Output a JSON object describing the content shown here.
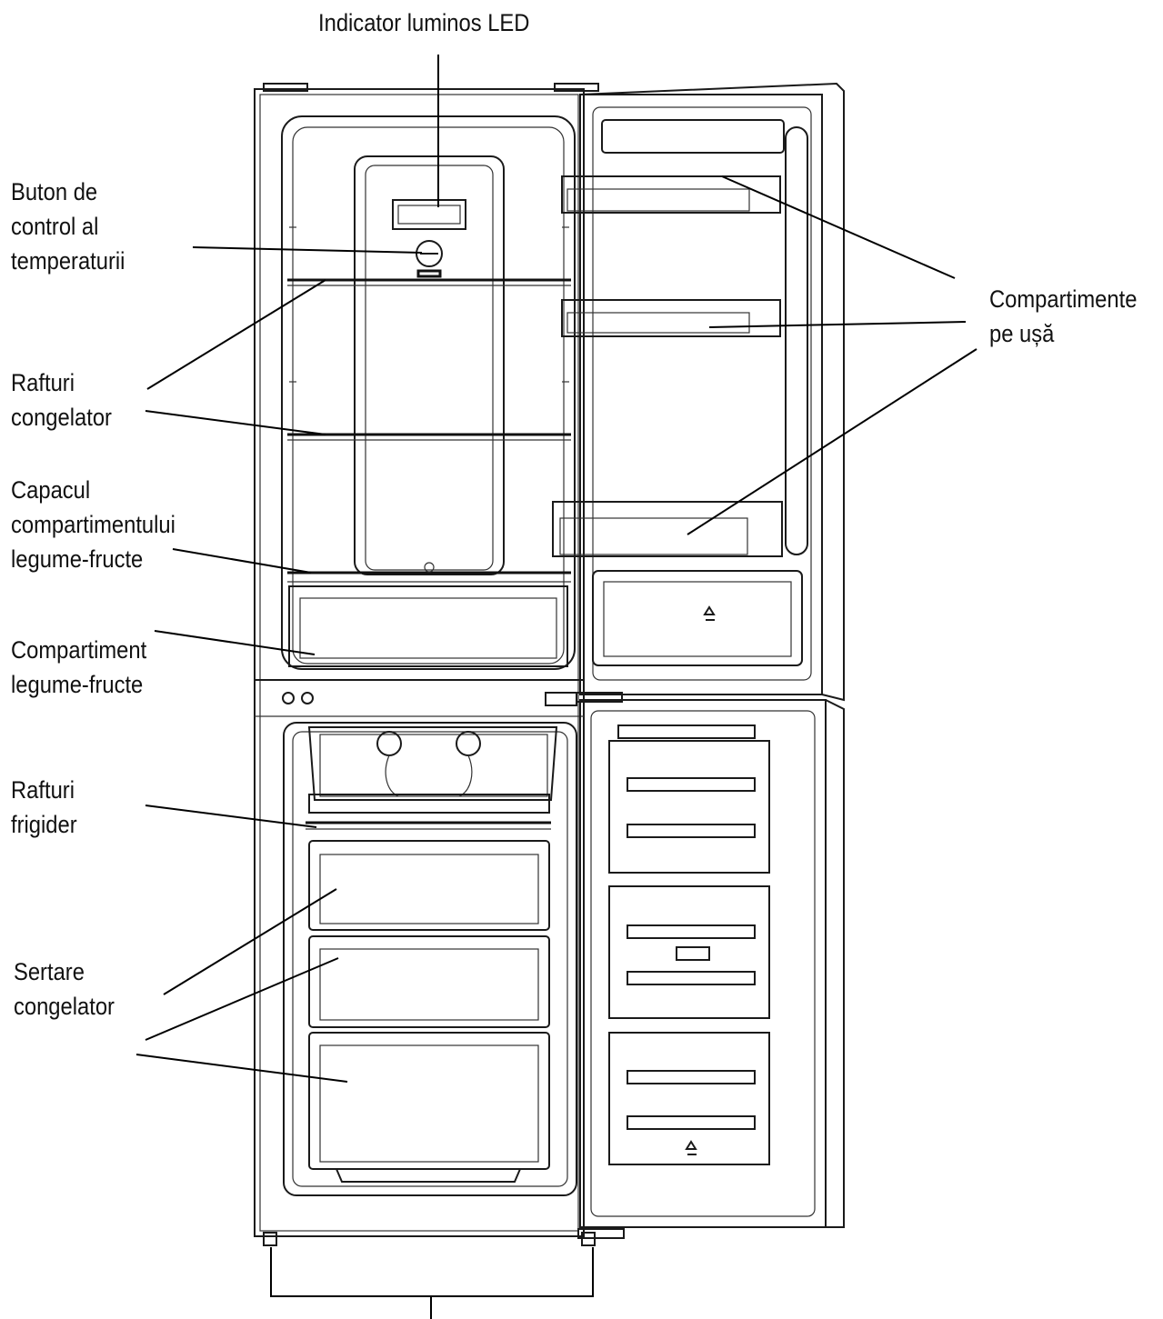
{
  "labels": {
    "led": "Indicator luminos LED",
    "temp_button": [
      "Buton de",
      "control al",
      "temperaturii"
    ],
    "freezer_shelves": [
      "Rafturi",
      "congelator"
    ],
    "crisper_cover": [
      "Capacul",
      "compartimentului",
      "legume-fructe"
    ],
    "crisper": [
      "Compartiment",
      "legume-fructe"
    ],
    "fridge_shelves": [
      "Rafturi",
      "frigider"
    ],
    "freezer_drawers": [
      "Sertare",
      "congelator"
    ],
    "door_bins": [
      "Compartimente",
      "pe ușă"
    ]
  },
  "colors": {
    "line": "#1a1a1a",
    "text": "#111111",
    "background": "#ffffff"
  }
}
